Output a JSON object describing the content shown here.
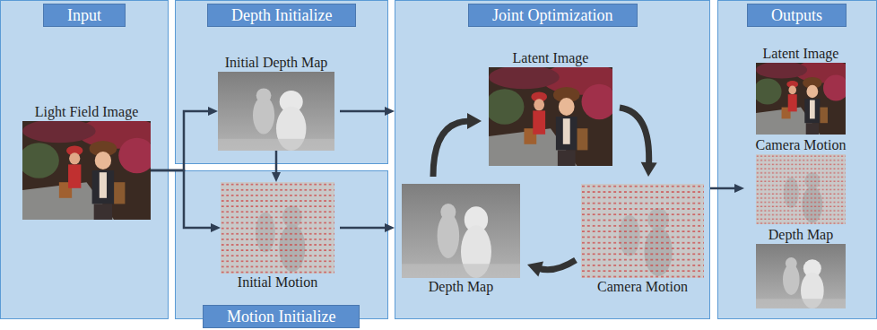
{
  "diagram": {
    "nodes": [
      {
        "text": [
          "Input"
        ]
      },
      {
        "text": [
          "Light Field Image"
        ],
        "in": 0
      },
      {
        "text": [
          "Depth Initialize"
        ]
      },
      {
        "text": [
          "Initial Depth Map"
        ],
        "in": 2
      },
      {
        "text": [
          "Motion Initialize"
        ]
      },
      {
        "text": [
          "Initial Motion"
        ],
        "in": 4
      },
      {
        "text": [
          "Joint Optimization"
        ]
      },
      {
        "text": [
          "Latent Image"
        ],
        "in": 6
      },
      {
        "text": [
          "Camera Motion"
        ],
        "in": 6
      },
      {
        "text": [
          "Depth Map"
        ],
        "in": 6
      },
      {
        "text": [
          "Outputs"
        ]
      },
      {
        "text": [
          "Latent Image"
        ],
        "in": 10
      },
      {
        "text": [
          "Camera Motion"
        ],
        "in": 10
      },
      {
        "text": [
          "Depth Map"
        ],
        "in": 10
      }
    ],
    "edges": [
      {
        "from": 1,
        "to": 3,
        "arrow": "to"
      },
      {
        "from": 1,
        "to": 5,
        "arrow": "to"
      },
      {
        "from": 3,
        "to": 5,
        "arrow": "to"
      },
      {
        "from": 3,
        "to": 6,
        "arrow": "to"
      },
      {
        "from": 5,
        "to": 6,
        "arrow": "to"
      },
      {
        "from": 7,
        "to": 8,
        "arrow": "to"
      },
      {
        "from": 8,
        "to": 9,
        "arrow": "to"
      },
      {
        "from": 9,
        "to": 7,
        "arrow": "to"
      },
      {
        "from": 6,
        "to": 10,
        "arrow": "to"
      }
    ]
  }
}
